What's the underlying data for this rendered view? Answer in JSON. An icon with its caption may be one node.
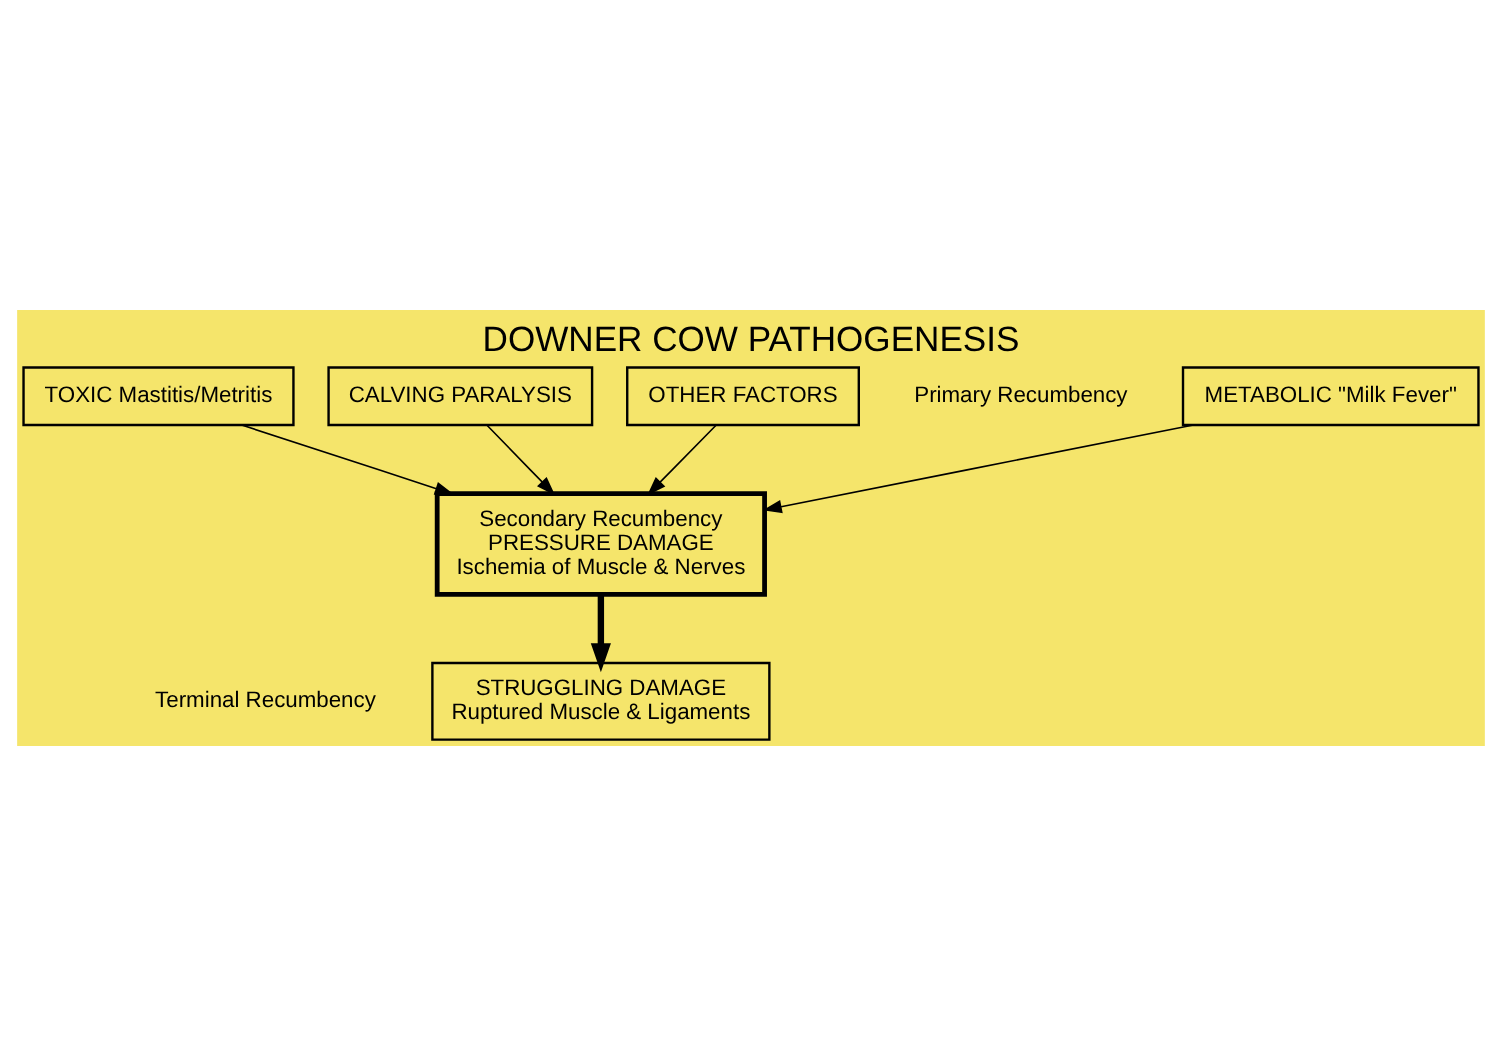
{
  "diagram": {
    "title": "DOWNER COW PATHOGENESIS",
    "nodes": [
      {
        "text": [
          "METABOLIC \"Milk Fever\""
        ]
      },
      {
        "text": [
          "TOXIC Mastitis/Metritis"
        ]
      },
      {
        "text": [
          "CALVING PARALYSIS"
        ]
      },
      {
        "text": [
          "OTHER FACTORS"
        ]
      },
      {
        "text": [
          "Secondary Recumbency",
          "PRESSURE DAMAGE",
          "Ischemia of Muscle & Nerves"
        ]
      },
      {
        "text": [
          "STRUGGLING DAMAGE",
          "Ruptured Muscle & Ligaments"
        ],
        "beside": [
          "Terminal Recumbency"
        ]
      }
    ],
    "edges": [
      {
        "from": 0,
        "to": 4,
        "arrow": "to"
      },
      {
        "from": 1,
        "to": 4,
        "arrow": "to"
      },
      {
        "from": 2,
        "to": 4,
        "arrow": "to"
      },
      {
        "from": 3,
        "to": 4,
        "arrow": "to"
      },
      {
        "from": 4,
        "to": 5,
        "arrow": "to",
        "style": "thick"
      }
    ],
    "labels": [
      "Primary Recumbency"
    ]
  }
}
